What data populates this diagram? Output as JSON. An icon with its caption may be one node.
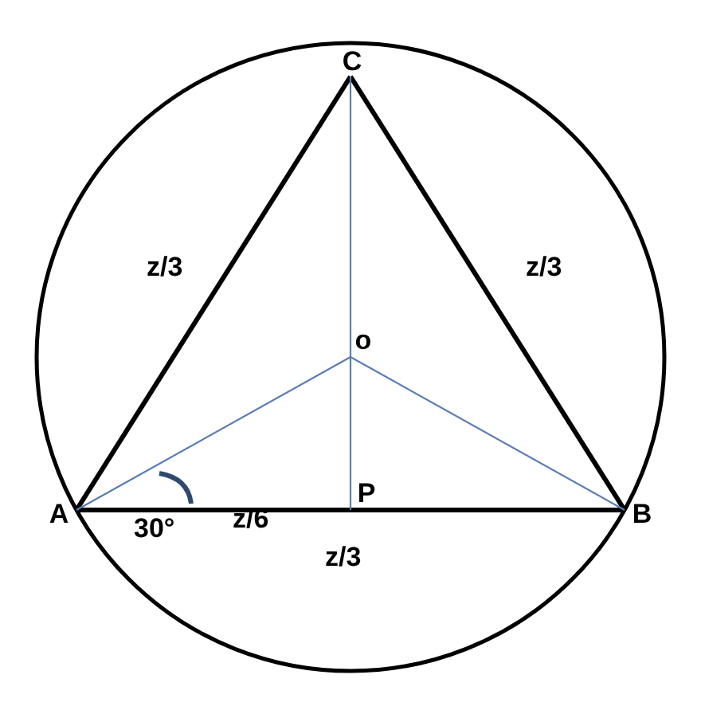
{
  "diagram": {
    "nodes": [
      {
        "text": [
          "A"
        ]
      },
      {
        "text": [
          "B"
        ]
      },
      {
        "text": [
          "C"
        ]
      },
      {
        "text": [
          "o"
        ]
      },
      {
        "text": [
          "P"
        ]
      }
    ],
    "edges": [
      {
        "from": 0,
        "to": 2,
        "arrow": "none",
        "label": "z/3",
        "style": "thick",
        "color": "#000000"
      },
      {
        "from": 2,
        "to": 1,
        "arrow": "none",
        "label": "z/3",
        "style": "thick",
        "color": "#000000"
      },
      {
        "from": 0,
        "to": 1,
        "arrow": "none",
        "label": "z/3",
        "style": "thick",
        "color": "#000000"
      },
      {
        "from": 0,
        "to": 3,
        "arrow": "none",
        "color": "#5a7db5"
      },
      {
        "from": 3,
        "to": 1,
        "arrow": "none",
        "color": "#5a7db5"
      },
      {
        "from": 2,
        "to": 3,
        "arrow": "none",
        "color": "#5a7db5"
      },
      {
        "from": 3,
        "to": 4,
        "arrow": "none",
        "color": "#5a7db5"
      }
    ],
    "labels": [
      "z/6",
      "30°"
    ]
  }
}
